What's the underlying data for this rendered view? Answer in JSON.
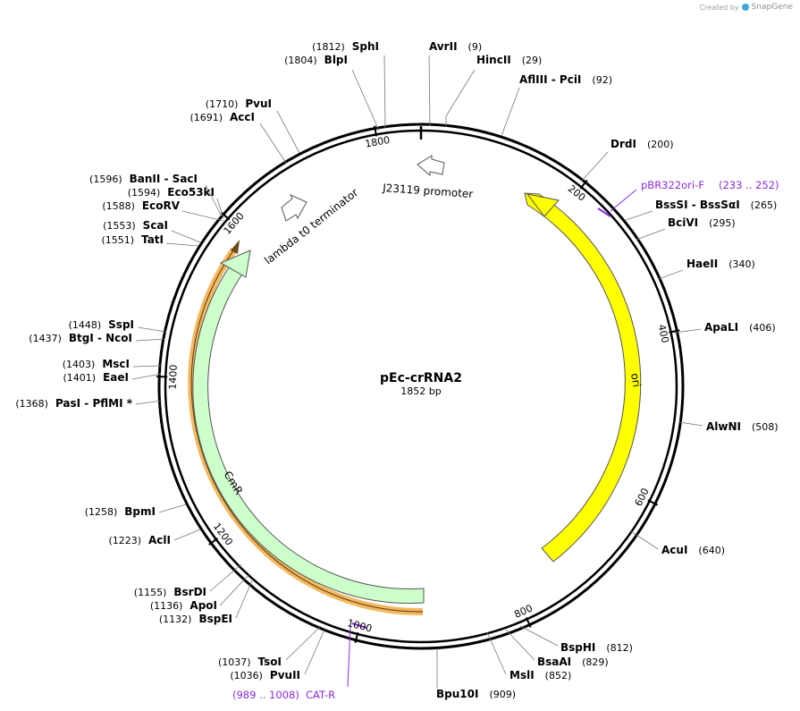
{
  "watermark": {
    "created_by": "Created by",
    "brand": "SnapGene"
  },
  "plasmid": {
    "name": "pEc-crRNA2",
    "length_label": "1852 bp",
    "length": 1852
  },
  "ticks": [
    "200",
    "400",
    "600",
    "800",
    "1000",
    "1200",
    "1400",
    "1600",
    "1800"
  ],
  "features": [
    {
      "name": "ori",
      "color": "#ffff00",
      "direction": "reverse"
    },
    {
      "name": "CmR",
      "color": "#ccffcc",
      "direction": "reverse"
    },
    {
      "name": "J23119 promoter",
      "color": "#ffffff",
      "direction": "reverse"
    },
    {
      "name": "lambda t0 terminator",
      "color": "#ffffff",
      "direction": "forward"
    }
  ],
  "primers": [
    {
      "name": "pBR322ori-F",
      "range": "(233 .. 252)"
    },
    {
      "name": "CAT-R",
      "range": "(989 .. 1008)"
    }
  ],
  "sites": [
    {
      "name": "AvrII",
      "pos": "(9)"
    },
    {
      "name": "HincII",
      "pos": "(29)"
    },
    {
      "name": "AflIII - PciI",
      "pos": "(92)"
    },
    {
      "name": "DrdI",
      "pos": "(200)"
    },
    {
      "name": "BssSI - BssSαI",
      "pos": "(265)"
    },
    {
      "name": "BciVI",
      "pos": "(295)"
    },
    {
      "name": "HaeII",
      "pos": "(340)"
    },
    {
      "name": "ApaLI",
      "pos": "(406)"
    },
    {
      "name": "AlwNI",
      "pos": "(508)"
    },
    {
      "name": "AcuI",
      "pos": "(640)"
    },
    {
      "name": "BspHI",
      "pos": "(812)"
    },
    {
      "name": "BsaAI",
      "pos": "(829)"
    },
    {
      "name": "MslI",
      "pos": "(852)"
    },
    {
      "name": "Bpu10I",
      "pos": "(909)"
    },
    {
      "name": "SphI",
      "pos": "(1812)"
    },
    {
      "name": "BlpI",
      "pos": "(1804)"
    },
    {
      "name": "PvuI",
      "pos": "(1710)"
    },
    {
      "name": "AccI",
      "pos": "(1691)"
    },
    {
      "name": "BanII - SacI",
      "pos": "(1596)"
    },
    {
      "name": "Eco53kI",
      "pos": "(1594)"
    },
    {
      "name": "EcoRV",
      "pos": "(1588)"
    },
    {
      "name": "ScaI",
      "pos": "(1553)"
    },
    {
      "name": "TatI",
      "pos": "(1551)"
    },
    {
      "name": "SspI",
      "pos": "(1448)"
    },
    {
      "name": "BtgI - NcoI",
      "pos": "(1437)"
    },
    {
      "name": "MscI",
      "pos": "(1403)"
    },
    {
      "name": "EaeI",
      "pos": "(1401)"
    },
    {
      "name": "PasI - PflMI *",
      "pos": "(1368)"
    },
    {
      "name": "BpmI",
      "pos": "(1258)"
    },
    {
      "name": "AclI",
      "pos": "(1223)"
    },
    {
      "name": "BsrDI",
      "pos": "(1155)"
    },
    {
      "name": "ApoI",
      "pos": "(1136)"
    },
    {
      "name": "BspEI",
      "pos": "(1132)"
    },
    {
      "name": "TsoI",
      "pos": "(1037)"
    },
    {
      "name": "PvuII",
      "pos": "(1036)"
    }
  ]
}
